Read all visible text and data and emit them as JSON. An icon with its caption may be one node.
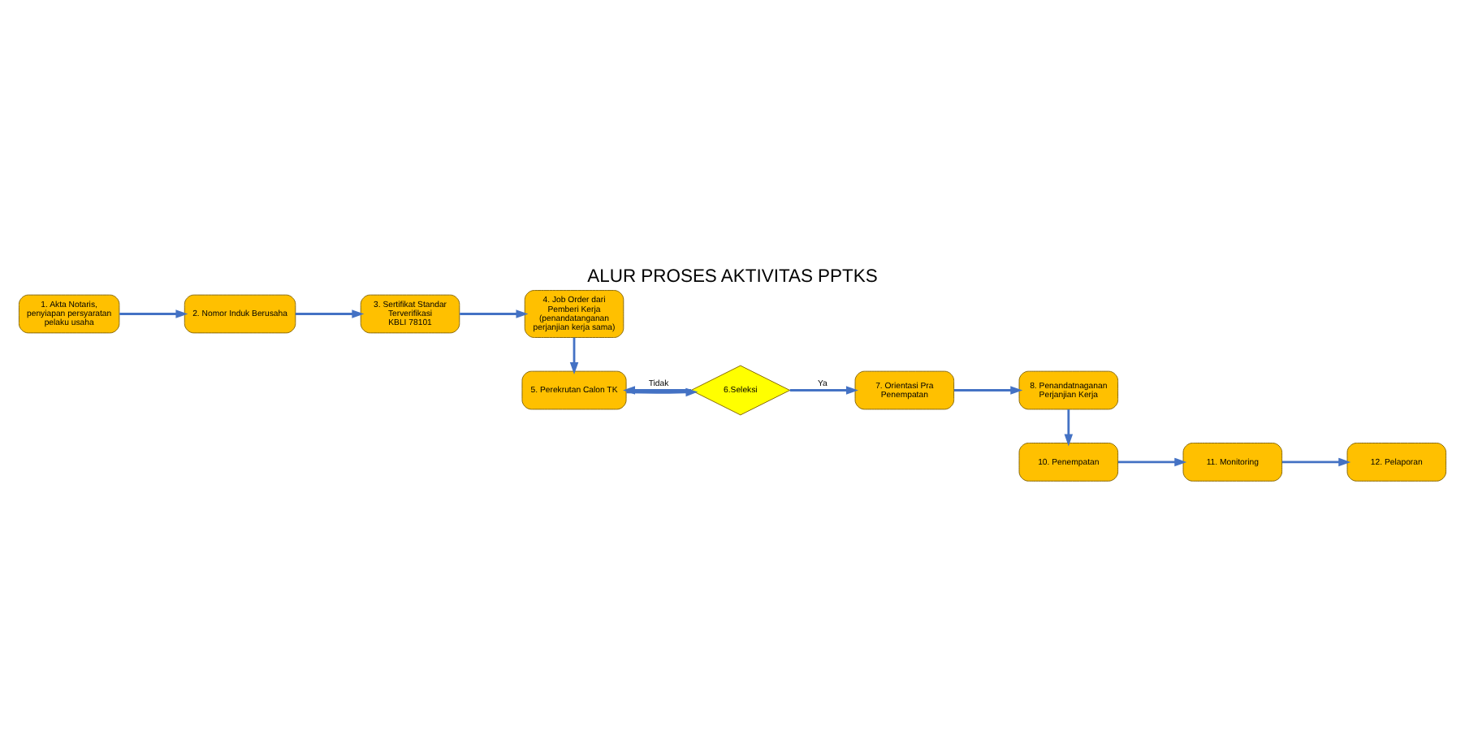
{
  "diagram": {
    "title": "ALUR PROSES AKTIVITAS PPTKS",
    "nodes": [
      {
        "text": [
          "1. Akta Notaris, penyiapan persyaratan pelaku usaha"
        ]
      },
      {
        "text": [
          "2. Nomor Induk Berusaha"
        ]
      },
      {
        "text": [
          "3. Sertifikat Standar Terverifikasi",
          "KBLI 78101"
        ]
      },
      {
        "text": [
          "4. Job Order dari Pemberi Kerja (penandatanganan perjanjian kerja sama)"
        ]
      },
      {
        "text": [
          "8. Penandatnaganan Perjanjian Kerja"
        ]
      },
      {
        "text": [
          "7. Orientasi Pra Penempatan"
        ]
      },
      {
        "text": [
          "6.Seleksi"
        ]
      },
      {
        "text": [
          "5. Perekrutan Calon TK"
        ]
      },
      {
        "text": [
          "10. Penempatan"
        ]
      },
      {
        "text": [
          "11. Monitoring"
        ]
      },
      {
        "text": [
          "12. Pelaporan"
        ]
      }
    ],
    "edges": [
      {
        "from": 0,
        "to": 1,
        "arrow": "to"
      },
      {
        "from": 1,
        "to": 2,
        "arrow": "to"
      },
      {
        "from": 2,
        "to": 3,
        "arrow": "to"
      },
      {
        "from": 3,
        "to": 7,
        "arrow": "to"
      },
      {
        "from": 7,
        "to": 6,
        "arrow": "to"
      },
      {
        "from": 6,
        "to": 5,
        "arrow": "to",
        "label": "Ya"
      },
      {
        "from": 5,
        "to": 4,
        "arrow": "to"
      },
      {
        "from": 4,
        "to": 8,
        "arrow": "to"
      },
      {
        "from": 8,
        "to": 9,
        "arrow": "to"
      },
      {
        "from": 9,
        "to": 10,
        "arrow": "to"
      },
      {
        "from": 6,
        "to": 7,
        "arrow": "to",
        "label": "Tidak"
      }
    ]
  }
}
